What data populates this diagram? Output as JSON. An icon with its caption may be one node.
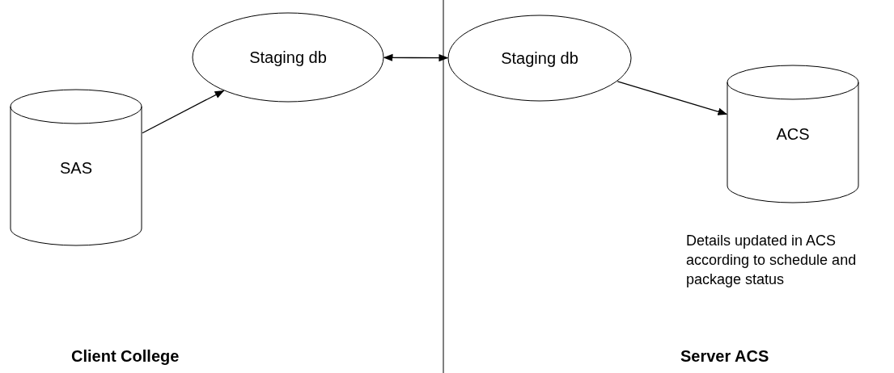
{
  "diagram": {
    "nodes": [
      {
        "text": [
          "SAS"
        ]
      },
      {
        "text": [
          "Staging db"
        ]
      },
      {
        "text": [
          "Staging db"
        ]
      },
      {
        "text": [
          "ACS"
        ],
        "beside": [
          "Details updated in ACS according to schedule and package status"
        ]
      }
    ],
    "edges": [
      {
        "from": 0,
        "to": 1,
        "arrow": "to"
      },
      {
        "from": 1,
        "to": 2,
        "arrow": "both"
      },
      {
        "from": 2,
        "to": 3,
        "arrow": "to"
      }
    ],
    "labels": [
      "Client College",
      "Server ACS"
    ]
  }
}
